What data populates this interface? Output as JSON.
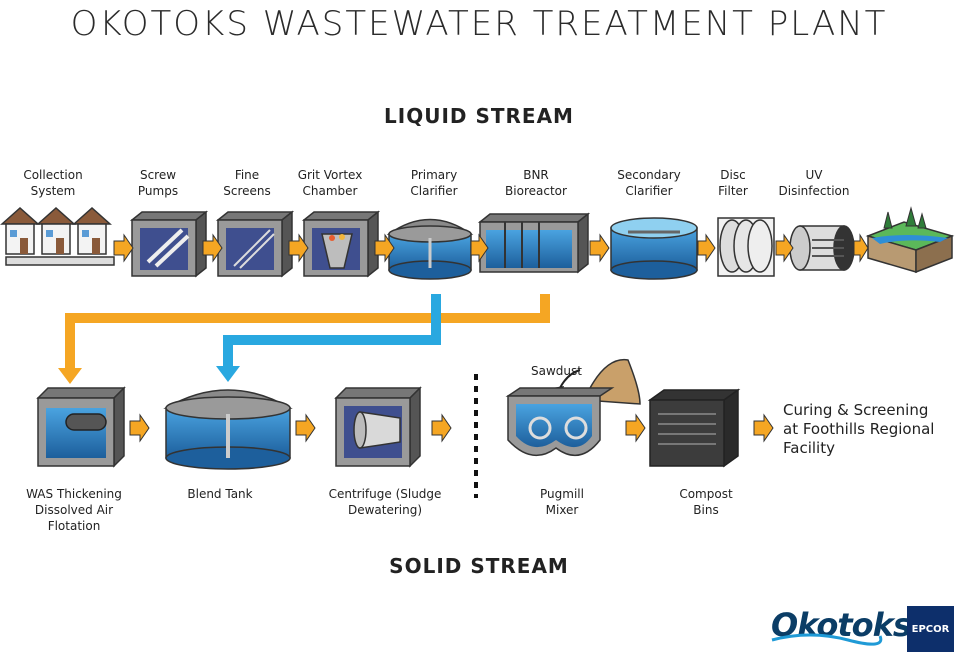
{
  "title": "OKOTOKS WASTEWATER TREATMENT PLANT",
  "liquid_stream_label": "LIQUID STREAM",
  "solid_stream_label": "SOLID STREAM",
  "liquid_steps": [
    {
      "line1": "Collection",
      "line2": "System"
    },
    {
      "line1": "Screw",
      "line2": "Pumps"
    },
    {
      "line1": "Fine",
      "line2": "Screens"
    },
    {
      "line1": "Grit Vortex",
      "line2": "Chamber"
    },
    {
      "line1": "Primary",
      "line2": "Clarifier"
    },
    {
      "line1": "BNR",
      "line2": "Bioreactor"
    },
    {
      "line1": "Secondary",
      "line2": "Clarifier"
    },
    {
      "line1": "Disc",
      "line2": "Filter"
    },
    {
      "line1": "UV",
      "line2": "Disinfection"
    }
  ],
  "solid_steps": [
    {
      "line1": "WAS Thickening",
      "line2": "Dissolved Air",
      "line3": "Flotation"
    },
    {
      "line1": "Blend Tank",
      "line2": "",
      "line3": ""
    },
    {
      "line1": "Centrifuge (Sludge",
      "line2": "Dewatering)",
      "line3": ""
    },
    {
      "line1": "Pugmill",
      "line2": "Mixer",
      "line3": ""
    },
    {
      "line1": "Compost",
      "line2": "Bins",
      "line3": ""
    }
  ],
  "sawdust_label": "Sawdust",
  "curing": {
    "line1": "Curing & Screening",
    "line2": "at Foothills Regional",
    "line3": "Facility"
  },
  "logos": {
    "okotoks": "Okotoks",
    "epcor": "EPCOR"
  },
  "colors": {
    "orange_arrow": "#f5a623",
    "blue_arrow": "#29a8e0",
    "water": "#2e7fc1",
    "tank_grey": "#8a8a8a"
  }
}
